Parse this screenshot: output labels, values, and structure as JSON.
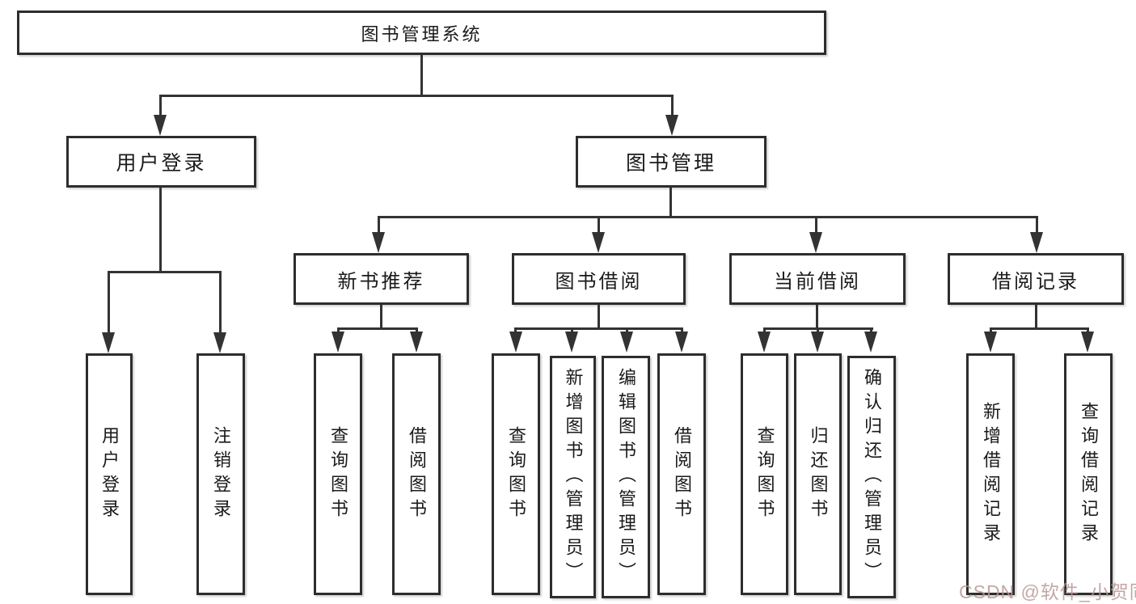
{
  "diagram": {
    "root": "图书管理系统",
    "level1": [
      "用户登录",
      "图书管理"
    ],
    "level2": [
      "新书推荐",
      "图书借阅",
      "当前借阅",
      "借阅记录"
    ],
    "leaves_login": [
      "用户登录",
      "注销登录"
    ],
    "leaves_newbook": [
      "查询图书",
      "借阅图书"
    ],
    "leaves_borrow": [
      "查询图书",
      "新增图书（管理员）",
      "编辑图书（管理员）",
      "借阅图书"
    ],
    "leaves_current": [
      "查询图书",
      "归还图书",
      "确认归还（管理员）"
    ],
    "leaves_record": [
      "新增借阅记录",
      "查询借阅记录"
    ]
  },
  "watermark": "CSDN @软件_小贺同学",
  "colors": {
    "line": "#333333",
    "border": "#2d2d2d",
    "background": "#ffffff",
    "watermark_text": "#ba9696"
  }
}
